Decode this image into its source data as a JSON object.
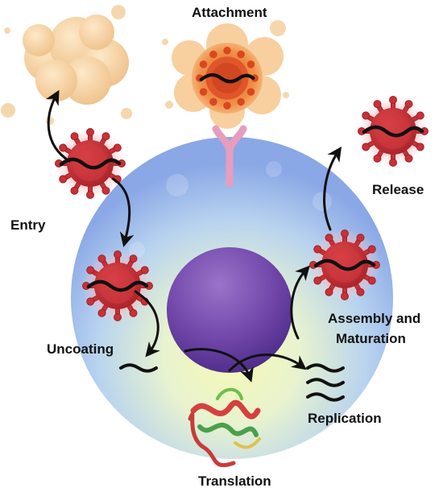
{
  "labels": {
    "attachment": "Attachment",
    "release": "Release",
    "entry": "Entry",
    "assembly_line1": "Assembly and",
    "assembly_line2": "Maturation",
    "uncoating": "Uncoating",
    "replication": "Replication",
    "translation": "Translation"
  },
  "colors": {
    "virus_red": "#c9343a",
    "virus_glow": "#f2a0a4",
    "host_cell_cream": "#f6d39d",
    "receptor_pink": "#e8a0c0",
    "nucleus_purple": "#7a4fb0",
    "cell_blue": "#a9c4ef",
    "cell_center_yellow": "#f4f7b8"
  },
  "icons": [
    "virus-particle-icon",
    "host-cell-cluster-icon",
    "receptor-icon",
    "protein-ribbon-icon",
    "rna-strand-icon",
    "arrow-icon"
  ]
}
